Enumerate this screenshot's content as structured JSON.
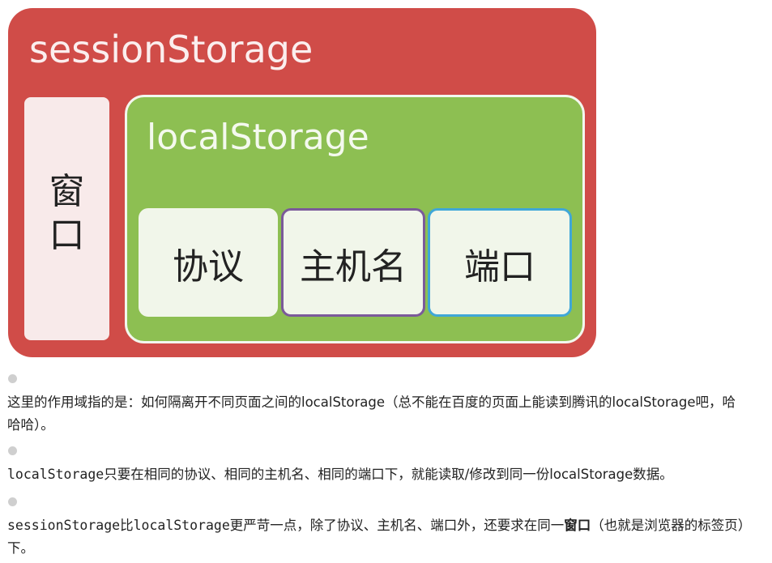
{
  "diagram": {
    "session_title": "sessionStorage",
    "window_label_line1": "窗",
    "window_label_line2": "口",
    "local_title": "localStorage",
    "cells": {
      "protocol": "协议",
      "host": "主机名",
      "port": "端口"
    },
    "colors": {
      "session_bg": "#d04c48",
      "local_bg": "#8dbf52",
      "cell_bg": "#f1f6ea",
      "host_border": "#7b5a9a",
      "port_border": "#3fa7d8"
    }
  },
  "notes": {
    "note1": "这里的作用域指的是：如何隔离开不同页面之间的localStorage（总不能在百度的页面上能读到腾讯的localStorage吧，哈哈哈）。",
    "note2_code": "localStorage",
    "note2_rest": "只要在相同的协议、相同的主机名、相同的端口下，就能读取/修改到同一份localStorage数据。",
    "note3_code1": "sessionStorage",
    "note3_mid1": "比",
    "note3_code2": "localStorage",
    "note3_mid2": "更严苛一点，除了协议、主机名、端口外，还要求在同一",
    "note3_bold": "窗口",
    "note3_end": "（也就是浏览器的标签页）下。"
  }
}
